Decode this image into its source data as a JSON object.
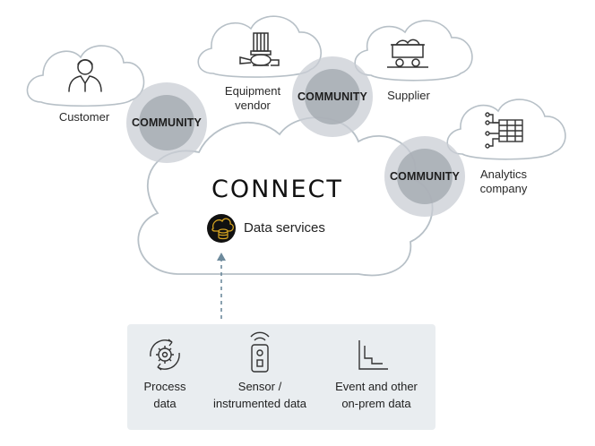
{
  "hub": {
    "logo_text": "CONNECT",
    "service_label": "Data services"
  },
  "participants": [
    {
      "label_lines": [
        "Customer"
      ],
      "icon": "person-icon"
    },
    {
      "label_lines": [
        "Equipment",
        "vendor"
      ],
      "icon": "pump-icon"
    },
    {
      "label_lines": [
        "Supplier"
      ],
      "icon": "mine-cart-icon"
    },
    {
      "label_lines": [
        "Analytics",
        "company"
      ],
      "icon": "data-table-icon"
    }
  ],
  "community_label": "COMMUNITY",
  "sources": [
    {
      "label_lines": [
        "Process",
        "data"
      ],
      "icon": "gear-cycle-icon"
    },
    {
      "label_lines": [
        "Sensor /",
        "instrumented data"
      ],
      "icon": "sensor-icon"
    },
    {
      "label_lines": [
        "Event and other",
        "on-prem data"
      ],
      "icon": "event-chart-icon"
    }
  ],
  "colors": {
    "cloud_fill": "#ffffff",
    "cloud_stroke": "#b7c0c7",
    "community_outer": "#c9ced4",
    "community_inner": "#a7adb4",
    "panel_fill": "#e9edf0",
    "arrow": "#6d8a9c",
    "data_services_icon": "#111111",
    "data_services_accent": "#d8a520"
  }
}
